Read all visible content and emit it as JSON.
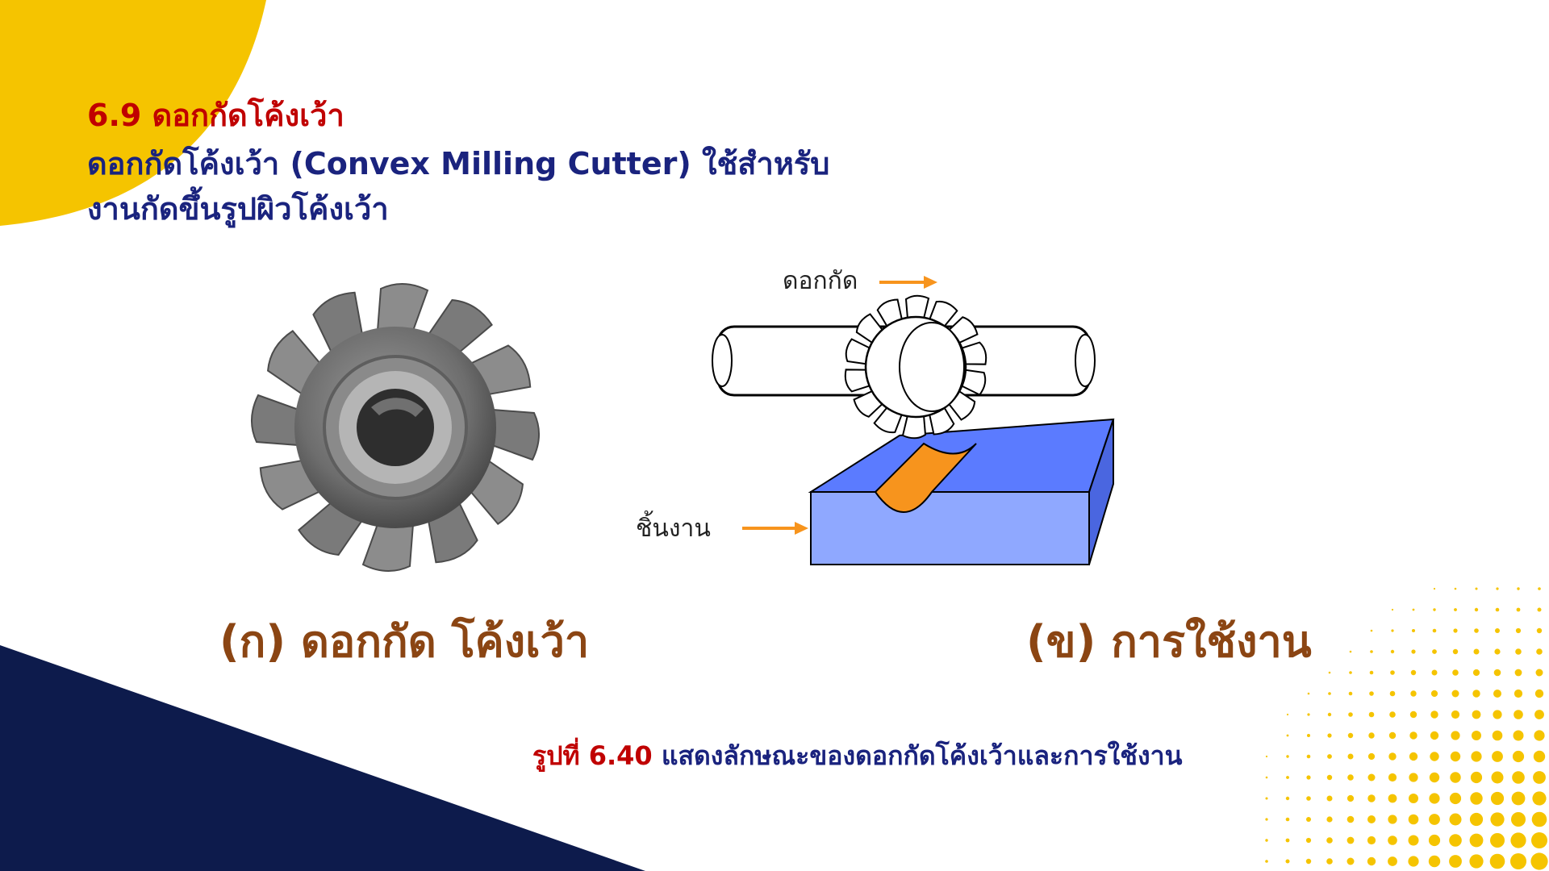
{
  "section": {
    "title": "6.9 ดอกกัดโค้งเว้า",
    "description_line1": "ดอกกัดโค้งเว้า (Convex Milling Cutter) ใช้สำหรับ",
    "description_line2": "งานกัดขึ้นรูปผิวโค้งเว้า"
  },
  "figure": {
    "label_a": "(ก) ดอกกัด โค้งเว้า",
    "label_b": "(ข) การใช้งาน",
    "callout_cutter": "ดอกกัด",
    "callout_workpiece": "ชิ้นงาน",
    "caption_prefix": "รูปที่ 6.40",
    "caption_text": " แสดงลักษณะของดอกกัดโค้งเว้าและการใช้งาน"
  },
  "colors": {
    "accent_yellow": "#f5c400",
    "navy": "#0d1b4c",
    "title_red": "#c00000",
    "text_blue": "#1a237e",
    "label_brown": "#8b4513",
    "workpiece_blue": "#8fa8ff",
    "slot_orange": "#f7941d"
  }
}
